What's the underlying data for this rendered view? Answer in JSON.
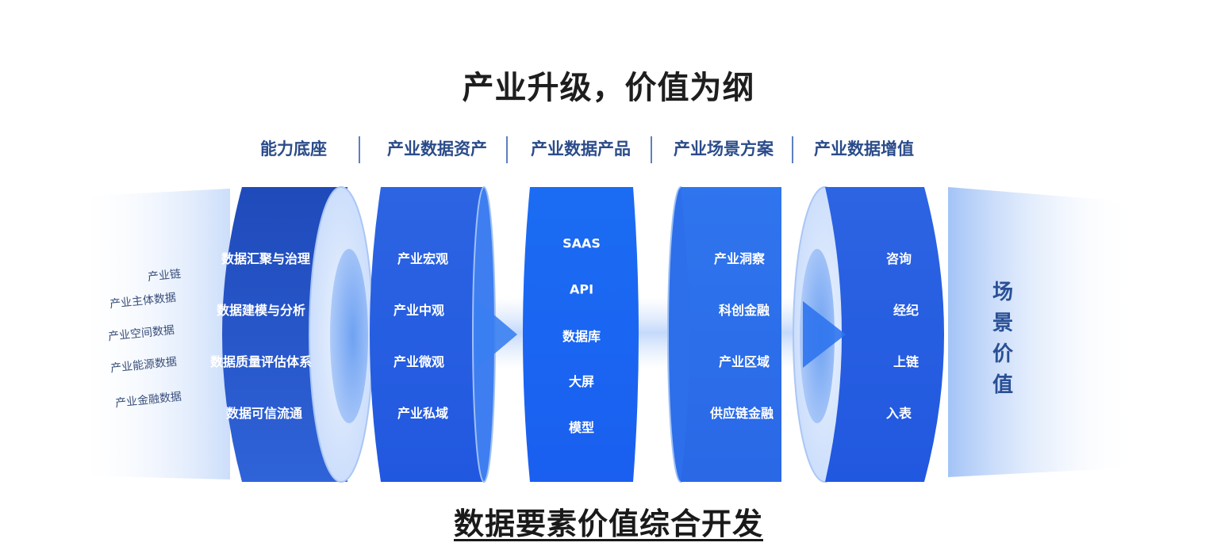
{
  "title": "产业升级，价值为纲",
  "stages": [
    {
      "label": "能力底座"
    },
    {
      "label": "产业数据资产"
    },
    {
      "label": "产业数据产品"
    },
    {
      "label": "产业场景方案"
    },
    {
      "label": "产业数据增值"
    }
  ],
  "sources": [
    "产业链",
    "产业主体数据",
    "产业空间数据",
    "产业能源数据",
    "产业金融数据"
  ],
  "columns": [
    {
      "items": [
        "数据汇聚与治理",
        "数据建模与分析",
        "数据质量评估体系",
        "数据可信流通"
      ]
    },
    {
      "items": [
        "产业宏观",
        "产业中观",
        "产业微观",
        "产业私域"
      ]
    },
    {
      "items": [
        "SAAS",
        "API",
        "数据库",
        "大屏",
        "模型"
      ]
    },
    {
      "items": [
        "产业洞察",
        "科创金融",
        "产业区域",
        "供应链金融"
      ]
    },
    {
      "items": [
        "咨询",
        "经纪",
        "上链",
        "入表"
      ]
    }
  ],
  "scene_value": "场景价值",
  "footer": "数据要素价值综合开发",
  "colors": {
    "deep_blue": "#1f4fc4",
    "mid_blue": "#2a63e6",
    "bright_blue": "#1a67f2",
    "label_blue": "#2b4c8a"
  }
}
